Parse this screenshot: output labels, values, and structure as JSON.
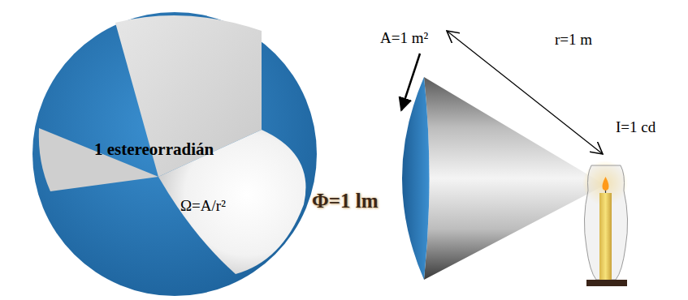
{
  "diagram": {
    "labels": [
      "A=1 m²",
      "r=1 m",
      "1 estereorradián",
      "Ω=A/r²",
      "Φ=1 lm",
      "I=1 cd"
    ]
  }
}
